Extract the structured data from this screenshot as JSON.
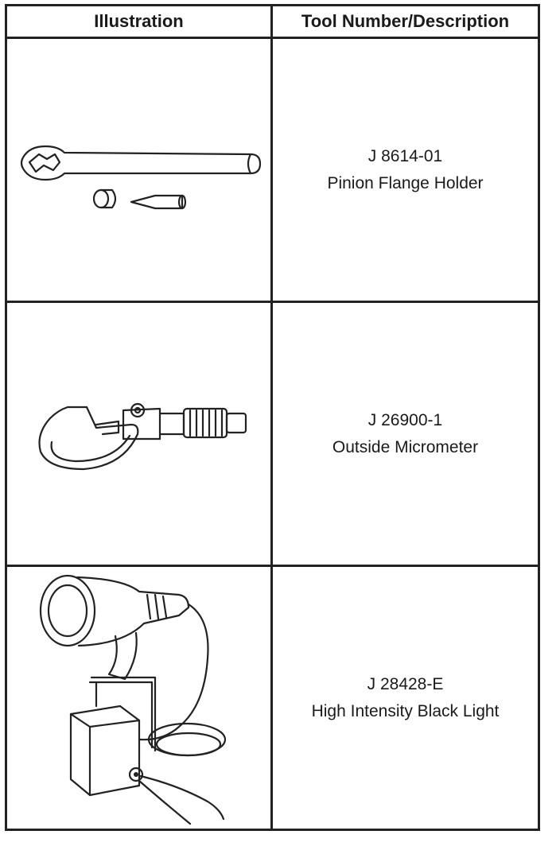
{
  "table": {
    "headers": {
      "illustration": "Illustration",
      "tool": "Tool Number/Description"
    },
    "rows": [
      {
        "number": "J 8614-01",
        "description": "Pinion Flange Holder",
        "icon": "pinion-flange-holder-icon"
      },
      {
        "number": "J 26900-1",
        "description": "Outside Micrometer",
        "icon": "micrometer-icon"
      },
      {
        "number": "J 28428-E",
        "description": "High Intensity Black Light",
        "icon": "black-light-icon"
      }
    ]
  }
}
